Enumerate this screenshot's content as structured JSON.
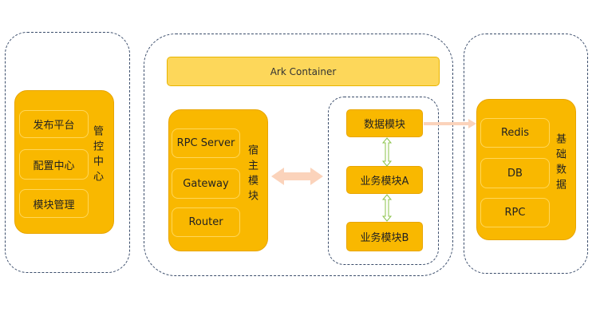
{
  "management": {
    "label": "管控中心",
    "items": [
      "发布平台",
      "配置中心",
      "模块管理"
    ]
  },
  "ark": {
    "container_label": "Ark Container",
    "host": {
      "label": "宿主模块",
      "items": [
        "RPC Server",
        "Gateway",
        "Router"
      ]
    },
    "modules": [
      "数据模块",
      "业务模块A",
      "业务模块B"
    ]
  },
  "infrastructure": {
    "label": "基础数据",
    "items": [
      "Redis",
      "DB",
      "RPC"
    ]
  },
  "colors": {
    "panel": "#f9b800",
    "ark_bar": "#fdd75a",
    "dashed_border": "#3b4d6b",
    "arrow_peach": "#fbd3bb",
    "arrow_green": "#8bc34a"
  }
}
